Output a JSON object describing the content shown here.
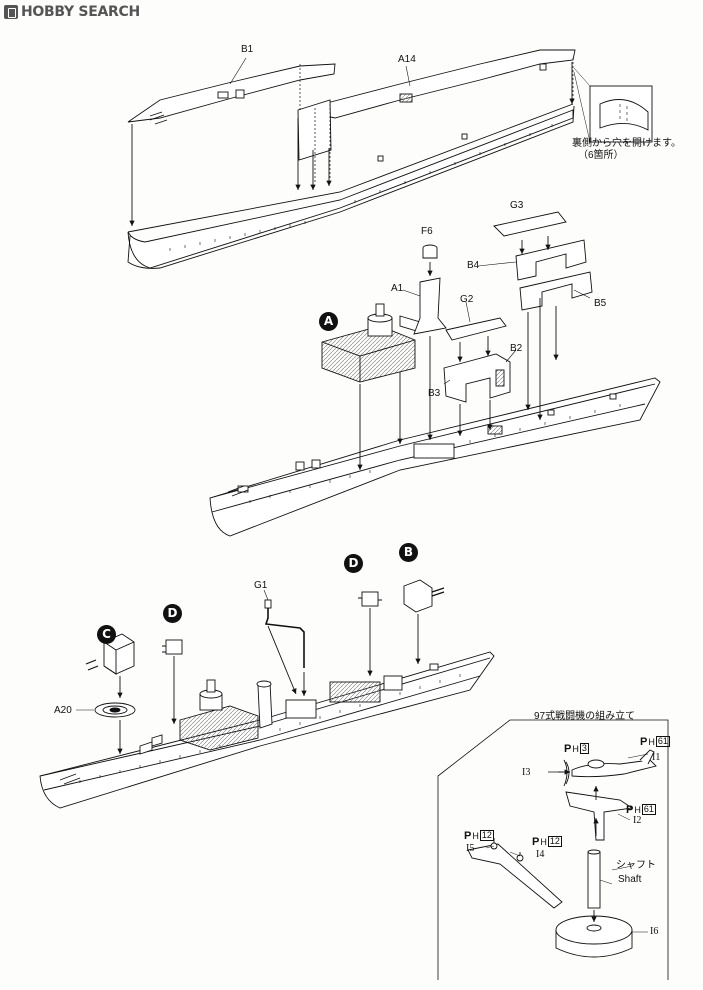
{
  "watermark": {
    "brand": "HOBBY SEARCH",
    "icon": "shopping-bag-icon"
  },
  "parts": {
    "b1": "B1",
    "a14": "A14",
    "f6": "F6",
    "g3": "G3",
    "a1": "A1",
    "b4": "B4",
    "b5": "B5",
    "g2": "G2",
    "b2": "B2",
    "b3": "B3",
    "g1": "G1",
    "a20": "A20",
    "i1": "I1",
    "i2": "I2",
    "i3": "I3",
    "i4": "I4",
    "i5": "I5",
    "i6": "I6"
  },
  "callouts": {
    "a": "A",
    "b": "B",
    "c": "C",
    "d1": "D",
    "d2": "D"
  },
  "notes": {
    "hole_line1": "裏側から穴を開けます。",
    "hole_line2": "（6箇所）",
    "aircraft_title": "97式戦闘機の組み立て",
    "shaft_jp": "シャフト",
    "shaft_en": "Shaft"
  },
  "paint_codes": {
    "ph_label": "P",
    "ph_sub": "H",
    "code_3": "3",
    "code_61a": "61",
    "code_61b": "61",
    "code_12a": "12",
    "code_12b": "12"
  },
  "colors": {
    "ink": "#111111",
    "paper": "#fdfdfb",
    "watermark": "#555555"
  }
}
